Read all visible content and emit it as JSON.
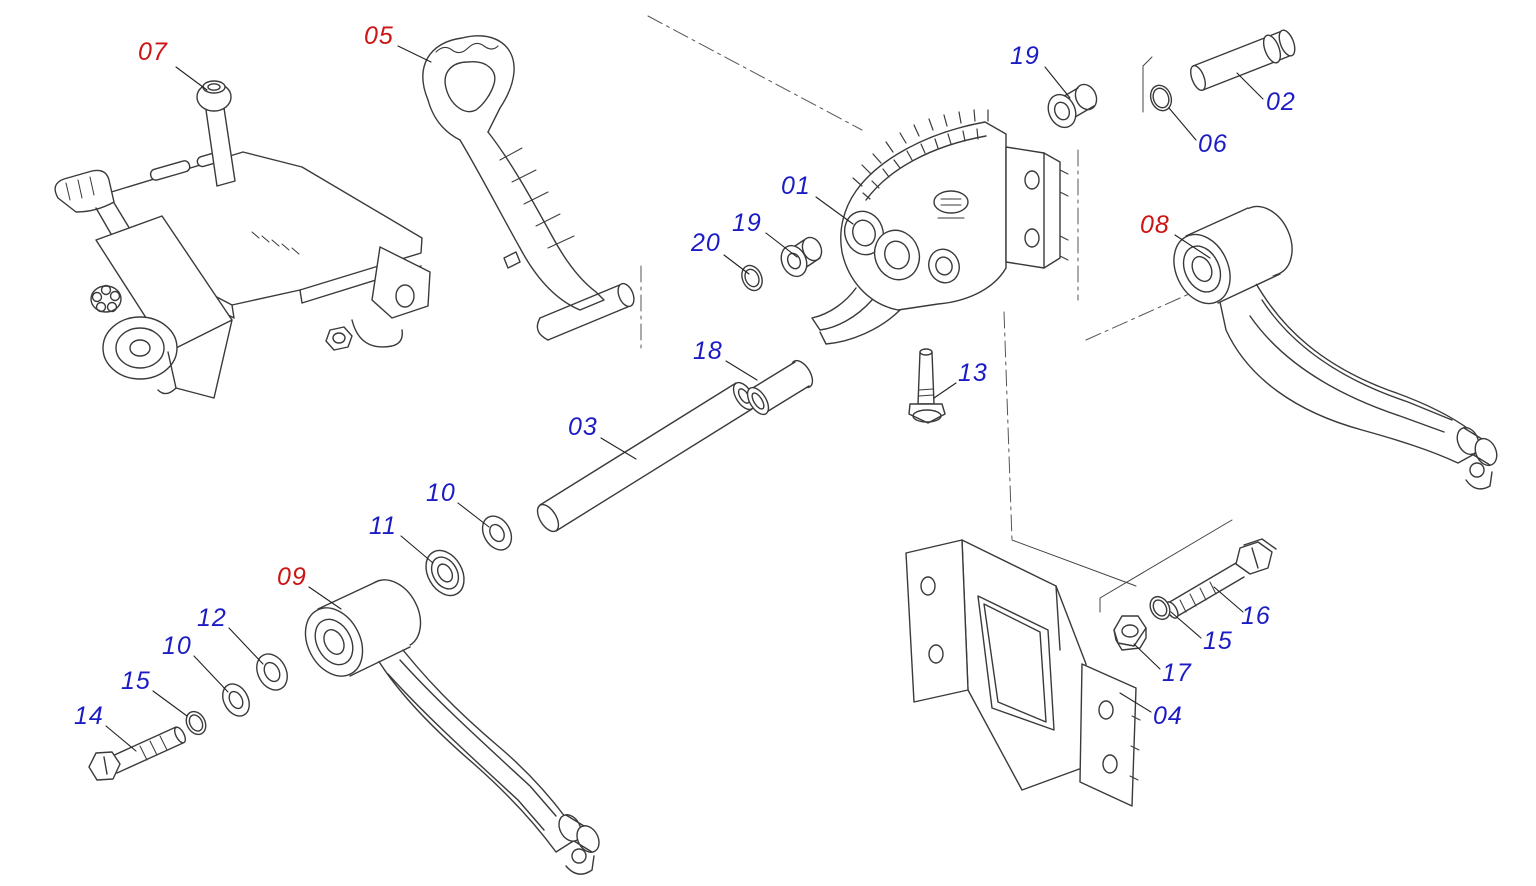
{
  "colors": {
    "background": "#ffffff",
    "line_art": "#3a3a3a",
    "callout_blue": "#1c1cc4",
    "callout_red": "#cc1414"
  },
  "callouts": [
    {
      "label": "07",
      "color": "red"
    },
    {
      "label": "05",
      "color": "red"
    },
    {
      "label": "19",
      "color": "blue"
    },
    {
      "label": "02",
      "color": "blue"
    },
    {
      "label": "06",
      "color": "blue"
    },
    {
      "label": "01",
      "color": "blue"
    },
    {
      "label": "08",
      "color": "red"
    },
    {
      "label": "19",
      "color": "blue"
    },
    {
      "label": "20",
      "color": "blue"
    },
    {
      "label": "18",
      "color": "blue"
    },
    {
      "label": "13",
      "color": "blue"
    },
    {
      "label": "03",
      "color": "blue"
    },
    {
      "label": "10",
      "color": "blue"
    },
    {
      "label": "11",
      "color": "blue"
    },
    {
      "label": "09",
      "color": "red"
    },
    {
      "label": "12",
      "color": "blue"
    },
    {
      "label": "10",
      "color": "blue"
    },
    {
      "label": "15",
      "color": "blue"
    },
    {
      "label": "14",
      "color": "blue"
    },
    {
      "label": "16",
      "color": "blue"
    },
    {
      "label": "15",
      "color": "blue"
    },
    {
      "label": "17",
      "color": "blue"
    },
    {
      "label": "04",
      "color": "blue"
    }
  ]
}
